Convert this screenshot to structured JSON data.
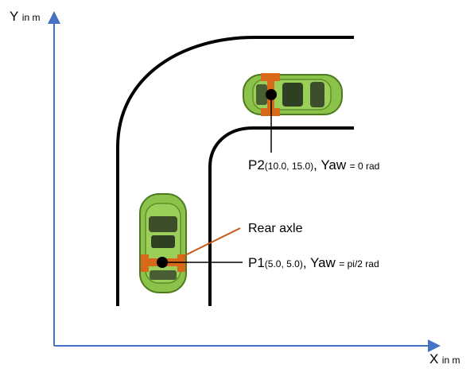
{
  "axes": {
    "y": {
      "letter": "Y",
      "unit": "in m"
    },
    "x": {
      "letter": "X",
      "unit": "in m"
    }
  },
  "labels": {
    "rear_axle": "Rear axle",
    "p2": {
      "name": "P2",
      "coords": "(10.0, 15.0)",
      "sep": ",",
      "yaw": "Yaw",
      "yaw_value": "= 0 rad"
    },
    "p1": {
      "name": "P1",
      "coords": "(5.0, 5.0)",
      "sep": ",",
      "yaw": "Yaw",
      "yaw_value": "= pi/2 rad"
    }
  },
  "colors": {
    "axis": "#4472c4",
    "road": "#000000",
    "car_body": "#8bc34a",
    "car_dark": "#4e7a1f",
    "axle": "#d9691a",
    "leader": "#c55a11"
  }
}
